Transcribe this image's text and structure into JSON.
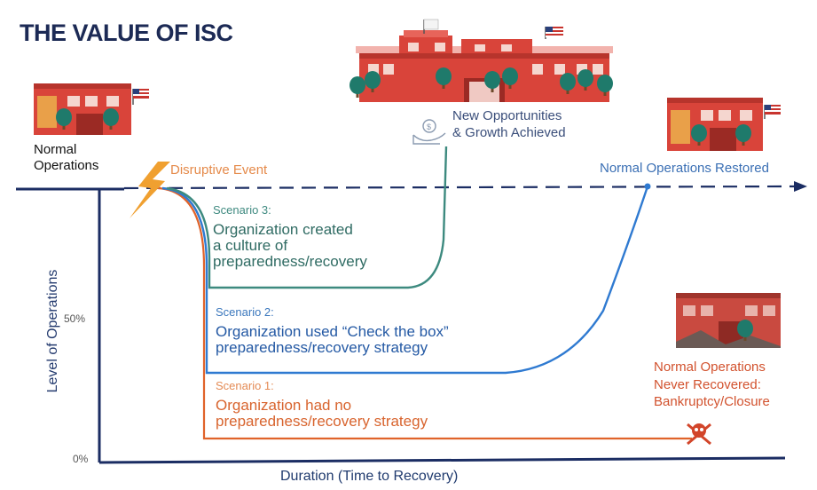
{
  "title": "THE VALUE OF ISC",
  "normal_operations": [
    "Normal",
    "Operations"
  ],
  "disruptive_event": "Disruptive Event",
  "new_opportunities": [
    "New Opportunities",
    "& Growth Achieved"
  ],
  "normal_restored": "Normal Operations Restored",
  "scenarios": [
    {
      "label": "Scenario 3:",
      "text": [
        "Organization created",
        "a culture of",
        "preparedness/recovery"
      ],
      "color": "#3d8a7f"
    },
    {
      "label": "Scenario 2:",
      "text": [
        "Organization used “Check the box”",
        "preparedness/recovery strategy"
      ],
      "color": "#2f7ad1"
    },
    {
      "label": "Scenario 1:",
      "text": [
        "Organization had no",
        "preparedness/recovery strategy"
      ],
      "color": "#e0632a"
    }
  ],
  "never_recovered": [
    "Normal Operations",
    "Never Recovered:",
    "Bankruptcy/Closure"
  ],
  "axis": {
    "y_label": "Level of Operations",
    "x_label": "Duration (Time to Recovery)",
    "ticks": [
      "50%",
      "0%"
    ]
  },
  "colors": {
    "axis": "#1b2d63",
    "building": "#d9443a",
    "tree": "#1f7a6b",
    "lightning": "#f0a030",
    "skull": "#d2452a"
  },
  "icons": [
    "lightning-icon",
    "money-hand-icon",
    "skull-crossbones-icon",
    "building-icon",
    "us-flag-icon"
  ]
}
